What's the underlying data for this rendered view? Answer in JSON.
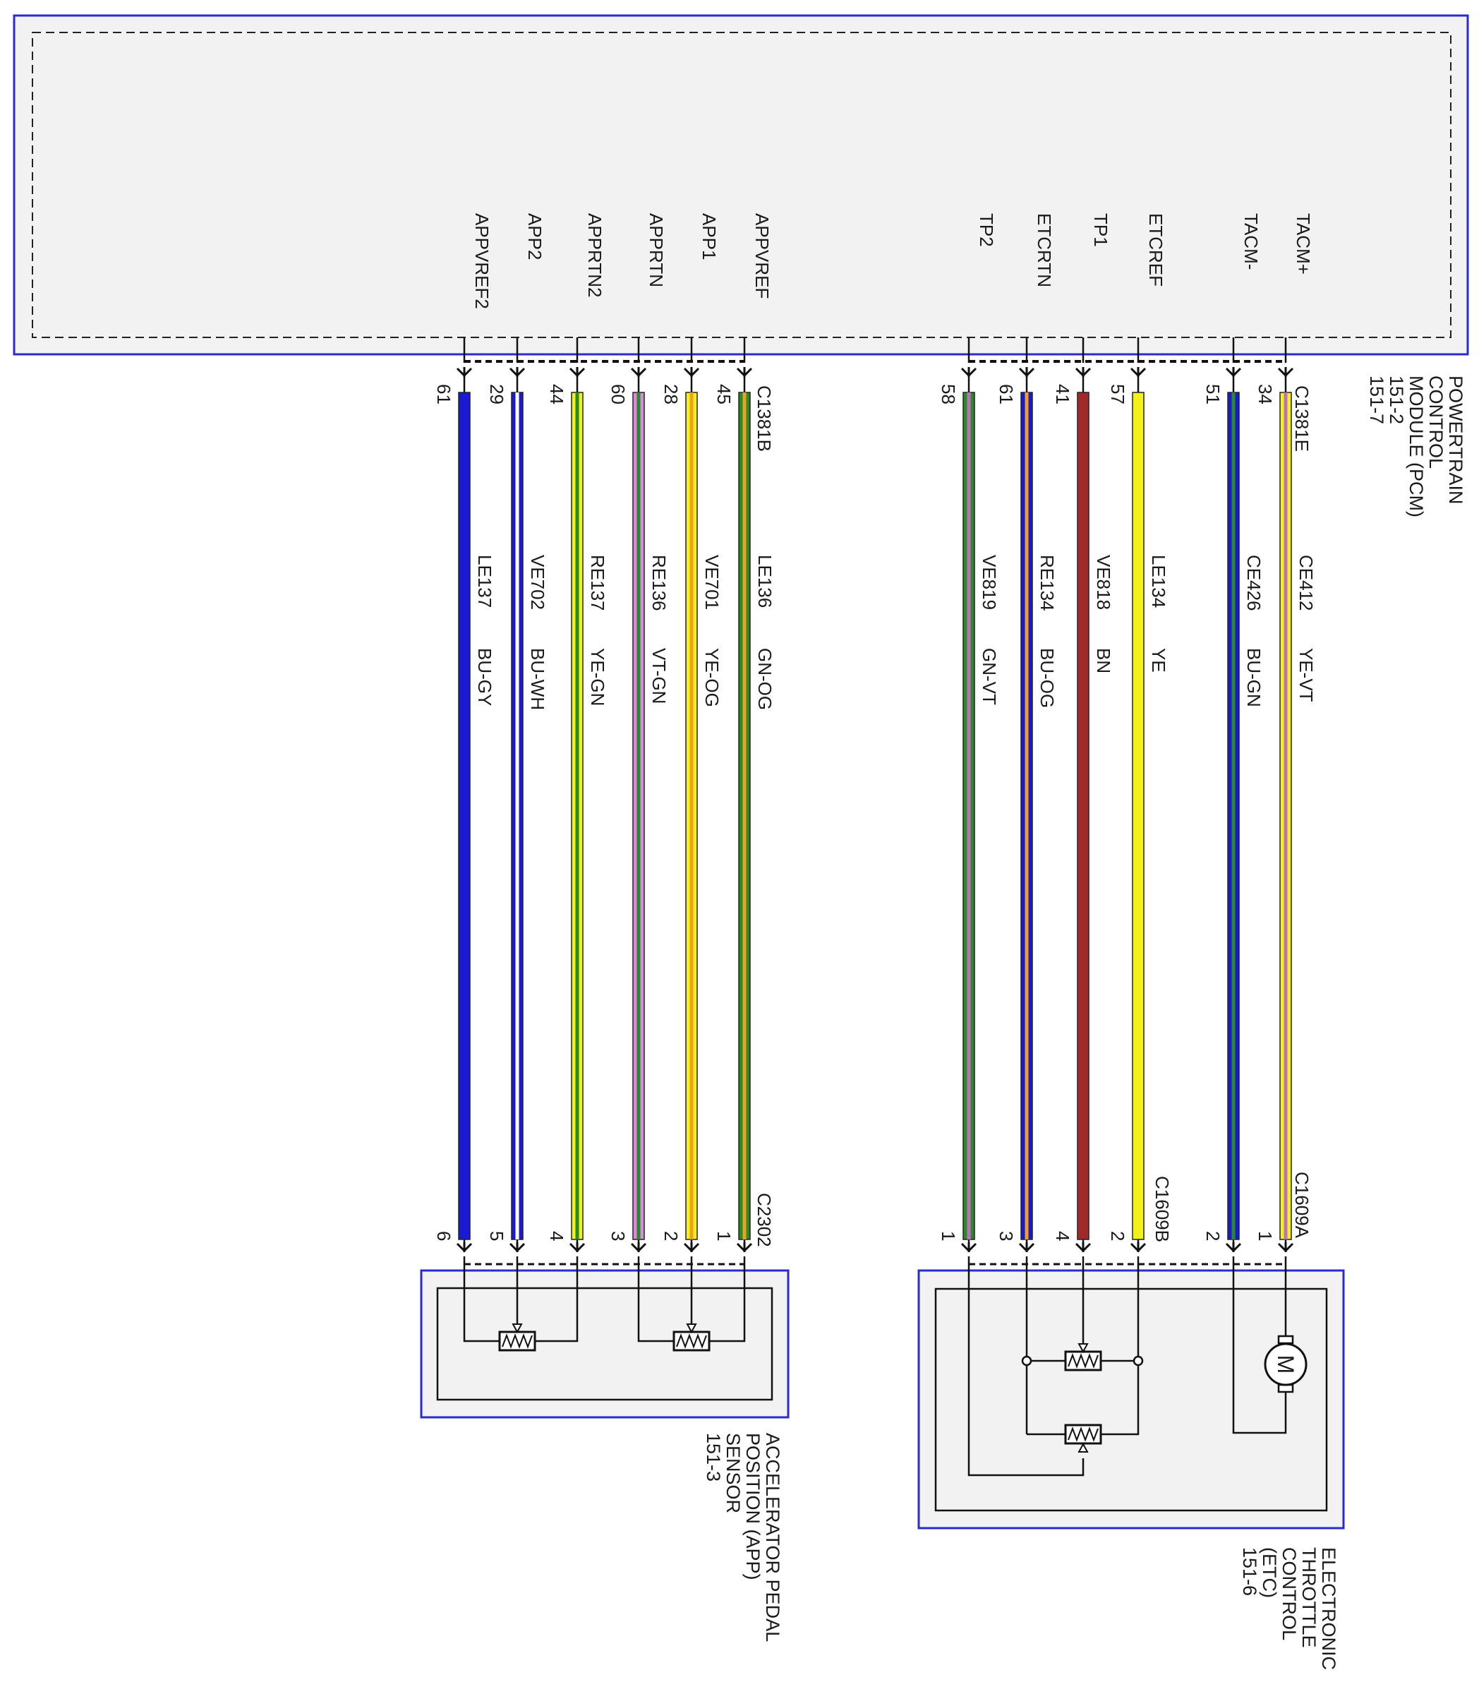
{
  "pcm": {
    "name_lines": [
      "POWERTRAIN",
      "CONTROL",
      "MODULE (PCM)",
      "151-2",
      "151-7"
    ],
    "connector_left": "C1381B",
    "connector_right": "C1381E"
  },
  "app_sensor": {
    "name_lines": [
      "ACCELERATOR PEDAL",
      "POSITION (APP)",
      "SENSOR",
      "151-3"
    ],
    "connector": "C2302"
  },
  "etc": {
    "name_lines": [
      "ELECTRONIC",
      "THROTTLE",
      "CONTROL",
      "(ETC)",
      "151-6"
    ],
    "connector_top": "C1609B",
    "connector_bottom": "C1609A"
  },
  "wires": [
    {
      "signal": "APPVREF2",
      "pcm_pin": "61",
      "circuit": "LE137",
      "color_code": "BU-GY",
      "dev_pin": "6",
      "color": "#1a1ad6",
      "stripe": "#1a1ad6"
    },
    {
      "signal": "APP2",
      "pcm_pin": "29",
      "circuit": "VE702",
      "color_code": "BU-WH",
      "dev_pin": "5",
      "color": "#1a1ad6",
      "stripe": "#ffffff"
    },
    {
      "signal": "APPRTN2",
      "pcm_pin": "44",
      "circuit": "RE137",
      "color_code": "YE-GN",
      "dev_pin": "4",
      "color": "#f2f21a",
      "stripe": "#2a8a2a"
    },
    {
      "signal": "APPRTN",
      "pcm_pin": "60",
      "circuit": "RE136",
      "color_code": "VT-GN",
      "dev_pin": "3",
      "color": "#d98ad9",
      "stripe": "#2a8a2a"
    },
    {
      "signal": "APP1",
      "pcm_pin": "28",
      "circuit": "VE701",
      "color_code": "YE-OG",
      "dev_pin": "2",
      "color": "#f2f21a",
      "stripe": "#f0a020"
    },
    {
      "signal": "APPVREF",
      "pcm_pin": "45",
      "circuit": "LE136",
      "color_code": "GN-OG",
      "dev_pin": "1",
      "color": "#2a8a2a",
      "stripe": "#f0a020"
    },
    {
      "signal": "TP2",
      "pcm_pin": "58",
      "circuit": "VE819",
      "color_code": "GN-VT",
      "dev_pin": "1",
      "color": "#2a8a2a",
      "stripe": "#c070c0"
    },
    {
      "signal": "ETCRTN",
      "pcm_pin": "61",
      "circuit": "RE134",
      "color_code": "BU-OG",
      "dev_pin": "3",
      "color": "#1a1ad6",
      "stripe": "#f0a020"
    },
    {
      "signal": "TP1",
      "pcm_pin": "41",
      "circuit": "VE818",
      "color_code": "BN",
      "dev_pin": "4",
      "color": "#a02a2a",
      "stripe": "#a02a2a"
    },
    {
      "signal": "ETCREF",
      "pcm_pin": "57",
      "circuit": "LE134",
      "color_code": "YE",
      "dev_pin": "2",
      "color": "#f2f21a",
      "stripe": "#f2f21a"
    },
    {
      "signal": "TACM-",
      "pcm_pin": "51",
      "circuit": "CE426",
      "color_code": "BU-GN",
      "dev_pin": "2",
      "color": "#1a1ad6",
      "stripe": "#2a8a2a"
    },
    {
      "signal": "TACM+",
      "pcm_pin": "34",
      "circuit": "CE412",
      "color_code": "YE-VT",
      "dev_pin": "1",
      "color": "#f2f21a",
      "stripe": "#c070c0"
    }
  ],
  "colors": {
    "module_border": "#2a2ad0",
    "module_fill": "#f2f2f2",
    "line": "#111111"
  }
}
